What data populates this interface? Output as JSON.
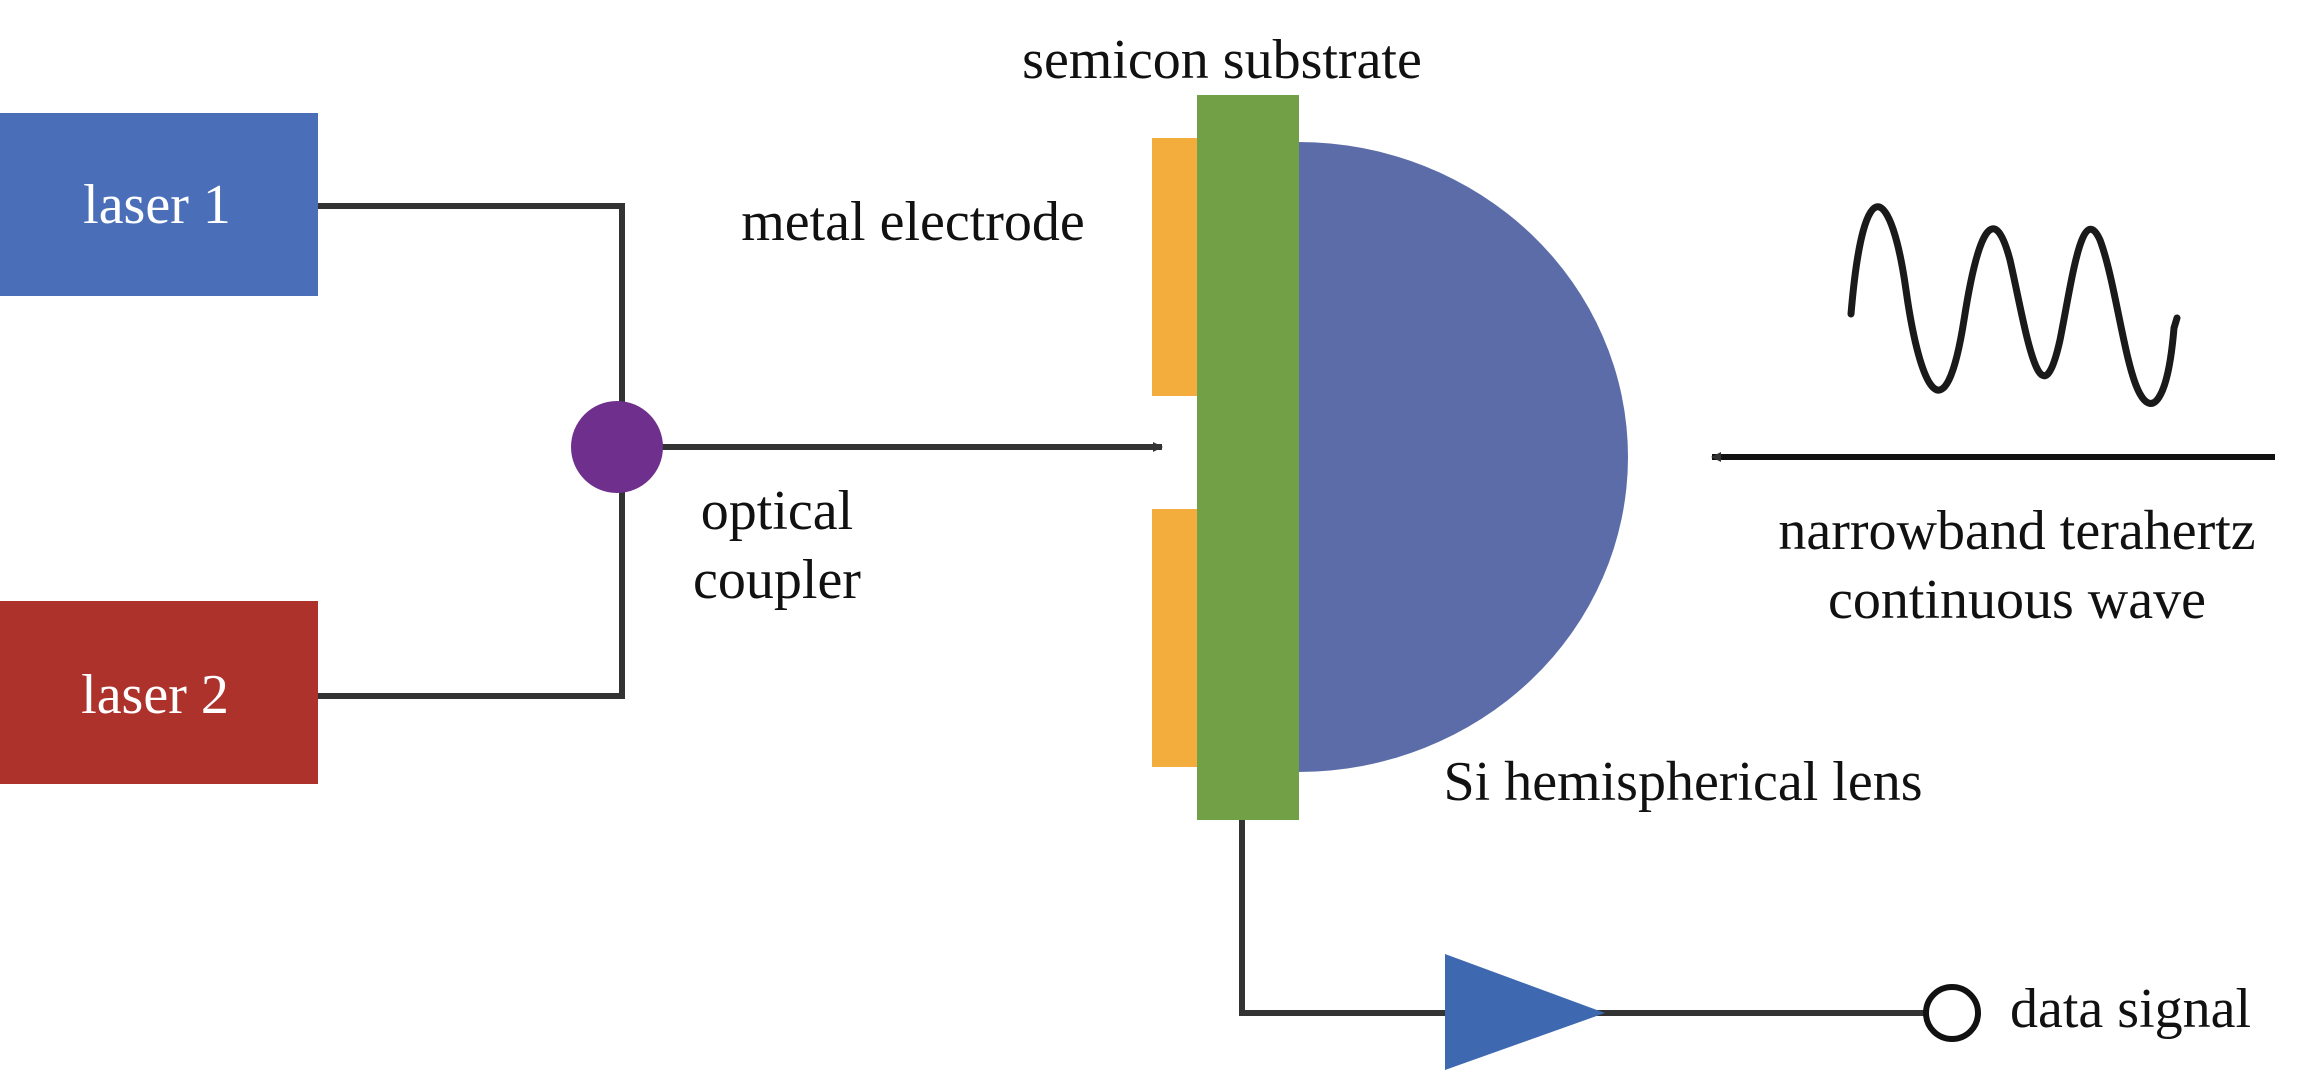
{
  "colors": {
    "laser1": "#4a6fb8",
    "laser2": "#ad322c",
    "coupler": "#6f2f8d",
    "electrode": "#f2ad3c",
    "substrate": "#72a047",
    "lens": "#5b6ca9",
    "amplifier": "#3e68b0",
    "wire": "#333333"
  },
  "labels": {
    "laser1": "laser 1",
    "laser2": "laser 2",
    "coupler_line1": "optical",
    "coupler_line2": "coupler",
    "substrate": "semicon substrate",
    "electrode": "metal electrode",
    "lens": "Si hemispherical lens",
    "thz_line1": "narrowband terahertz",
    "thz_line2": "continuous wave",
    "output": "data signal"
  },
  "icons": {
    "coupler": "purple-circle-node",
    "amplifier": "triangle-amplifier-icon",
    "wave": "sine-wave-icon",
    "output_terminal": "open-circle-terminal-icon"
  }
}
